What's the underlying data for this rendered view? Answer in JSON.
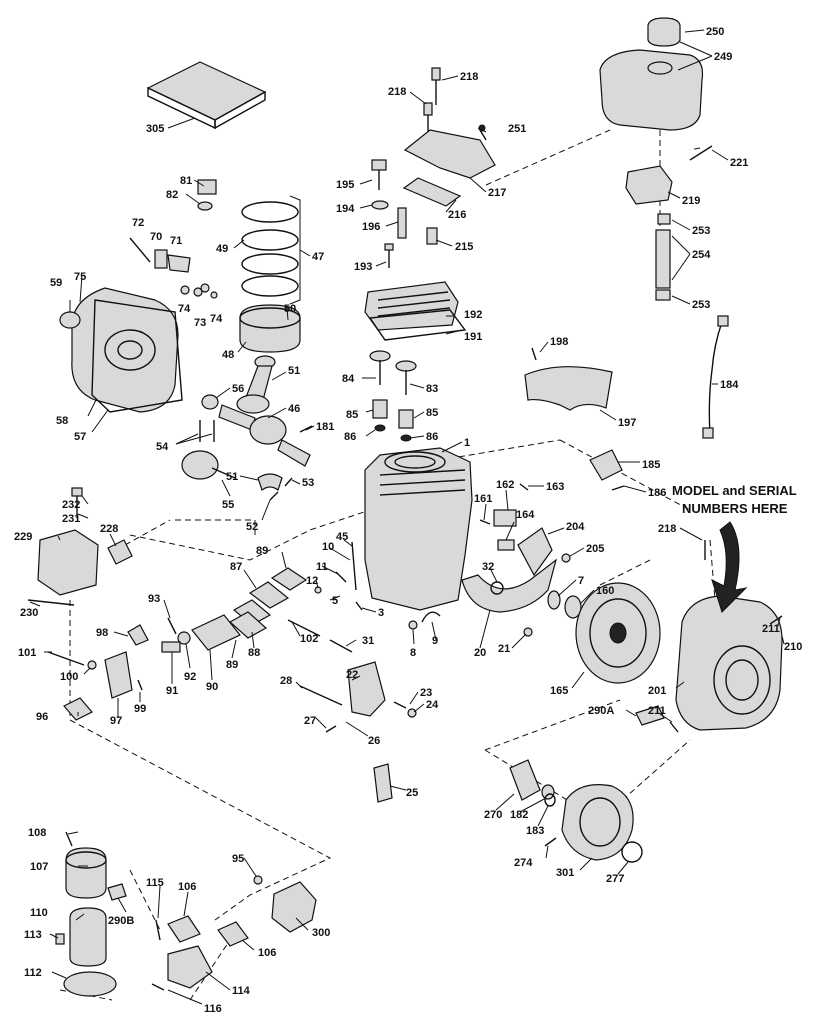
{
  "notice": [
    "MODEL and SERIAL",
    "NUMBERS HERE"
  ],
  "callouts": [
    {
      "id": "c250",
      "text": "250"
    },
    {
      "id": "c249",
      "text": "249"
    },
    {
      "id": "c218a",
      "text": "218"
    },
    {
      "id": "c218b",
      "text": "218"
    },
    {
      "id": "c251",
      "text": "251"
    },
    {
      "id": "c305",
      "text": "305"
    },
    {
      "id": "c195",
      "text": "195"
    },
    {
      "id": "c217",
      "text": "217"
    },
    {
      "id": "c221",
      "text": "221"
    },
    {
      "id": "c219",
      "text": "219"
    },
    {
      "id": "c194",
      "text": "194"
    },
    {
      "id": "c216",
      "text": "216"
    },
    {
      "id": "c81",
      "text": "81"
    },
    {
      "id": "c82",
      "text": "82"
    },
    {
      "id": "c196",
      "text": "196"
    },
    {
      "id": "c215",
      "text": "215"
    },
    {
      "id": "c253a",
      "text": "253"
    },
    {
      "id": "c254",
      "text": "254"
    },
    {
      "id": "c253b",
      "text": "253"
    },
    {
      "id": "c72",
      "text": "72"
    },
    {
      "id": "c70",
      "text": "70"
    },
    {
      "id": "c71",
      "text": "71"
    },
    {
      "id": "c49",
      "text": "49"
    },
    {
      "id": "c47",
      "text": "47"
    },
    {
      "id": "c193",
      "text": "193"
    },
    {
      "id": "c59",
      "text": "59"
    },
    {
      "id": "c75",
      "text": "75"
    },
    {
      "id": "c74a",
      "text": "74"
    },
    {
      "id": "c73",
      "text": "73"
    },
    {
      "id": "c74b",
      "text": "74"
    },
    {
      "id": "c50",
      "text": "50"
    },
    {
      "id": "c192",
      "text": "192"
    },
    {
      "id": "c191",
      "text": "191"
    },
    {
      "id": "c48",
      "text": "48"
    },
    {
      "id": "c198",
      "text": "198"
    },
    {
      "id": "c184",
      "text": "184"
    },
    {
      "id": "c84",
      "text": "84"
    },
    {
      "id": "c83",
      "text": "83"
    },
    {
      "id": "c51a",
      "text": "51"
    },
    {
      "id": "c58",
      "text": "58"
    },
    {
      "id": "c56",
      "text": "56"
    },
    {
      "id": "c46",
      "text": "46"
    },
    {
      "id": "c85a",
      "text": "85"
    },
    {
      "id": "c85b",
      "text": "85"
    },
    {
      "id": "c57",
      "text": "57"
    },
    {
      "id": "c197",
      "text": "197"
    },
    {
      "id": "c181",
      "text": "181"
    },
    {
      "id": "c86a",
      "text": "86"
    },
    {
      "id": "c86b",
      "text": "86"
    },
    {
      "id": "c1",
      "text": "1"
    },
    {
      "id": "c54",
      "text": "54"
    },
    {
      "id": "c185",
      "text": "185"
    },
    {
      "id": "c51b",
      "text": "51"
    },
    {
      "id": "c53",
      "text": "53"
    },
    {
      "id": "c163",
      "text": "163"
    },
    {
      "id": "c162",
      "text": "162"
    },
    {
      "id": "c186",
      "text": "186"
    },
    {
      "id": "c232",
      "text": "232"
    },
    {
      "id": "c55",
      "text": "55"
    },
    {
      "id": "c161",
      "text": "161"
    },
    {
      "id": "c231",
      "text": "231"
    },
    {
      "id": "c52",
      "text": "52"
    },
    {
      "id": "c164",
      "text": "164"
    },
    {
      "id": "c218c",
      "text": "218"
    },
    {
      "id": "c204",
      "text": "204"
    },
    {
      "id": "c228",
      "text": "228"
    },
    {
      "id": "c229",
      "text": "229"
    },
    {
      "id": "c45",
      "text": "45"
    },
    {
      "id": "c89a",
      "text": "89"
    },
    {
      "id": "c10",
      "text": "10"
    },
    {
      "id": "c205",
      "text": "205"
    },
    {
      "id": "c87",
      "text": "87"
    },
    {
      "id": "c11",
      "text": "11"
    },
    {
      "id": "c32",
      "text": "32"
    },
    {
      "id": "c7",
      "text": "7"
    },
    {
      "id": "c12",
      "text": "12"
    },
    {
      "id": "c160",
      "text": "160"
    },
    {
      "id": "c230",
      "text": "230"
    },
    {
      "id": "c93",
      "text": "93"
    },
    {
      "id": "c5",
      "text": "5"
    },
    {
      "id": "c3",
      "text": "3"
    },
    {
      "id": "c211a",
      "text": "211"
    },
    {
      "id": "c98",
      "text": "98"
    },
    {
      "id": "c102",
      "text": "102"
    },
    {
      "id": "c31",
      "text": "31"
    },
    {
      "id": "c9",
      "text": "9"
    },
    {
      "id": "c210",
      "text": "210"
    },
    {
      "id": "c101",
      "text": "101"
    },
    {
      "id": "c92",
      "text": "92"
    },
    {
      "id": "c89b",
      "text": "89"
    },
    {
      "id": "c88",
      "text": "88"
    },
    {
      "id": "c8",
      "text": "8"
    },
    {
      "id": "c20",
      "text": "20"
    },
    {
      "id": "c21",
      "text": "21"
    },
    {
      "id": "c100",
      "text": "100"
    },
    {
      "id": "c22",
      "text": "22"
    },
    {
      "id": "c91",
      "text": "91"
    },
    {
      "id": "c90",
      "text": "90"
    },
    {
      "id": "c165",
      "text": "165"
    },
    {
      "id": "c201",
      "text": "201"
    },
    {
      "id": "c28",
      "text": "28"
    },
    {
      "id": "c23",
      "text": "23"
    },
    {
      "id": "c99",
      "text": "99"
    },
    {
      "id": "c290a",
      "text": "290A"
    },
    {
      "id": "c211b",
      "text": "211"
    },
    {
      "id": "c24",
      "text": "24"
    },
    {
      "id": "c96",
      "text": "96"
    },
    {
      "id": "c97",
      "text": "97"
    },
    {
      "id": "c27",
      "text": "27"
    },
    {
      "id": "c26",
      "text": "26"
    },
    {
      "id": "c25",
      "text": "25"
    },
    {
      "id": "c270",
      "text": "270"
    },
    {
      "id": "c182",
      "text": "182"
    },
    {
      "id": "c183",
      "text": "183"
    },
    {
      "id": "c108",
      "text": "108"
    },
    {
      "id": "c95",
      "text": "95"
    },
    {
      "id": "c107",
      "text": "107"
    },
    {
      "id": "c274",
      "text": "274"
    },
    {
      "id": "c301",
      "text": "301"
    },
    {
      "id": "c277",
      "text": "277"
    },
    {
      "id": "c115",
      "text": "115"
    },
    {
      "id": "c106a",
      "text": "106"
    },
    {
      "id": "c290b",
      "text": "290B"
    },
    {
      "id": "c300",
      "text": "300"
    },
    {
      "id": "c110",
      "text": "110"
    },
    {
      "id": "c113",
      "text": "113"
    },
    {
      "id": "c106b",
      "text": "106"
    },
    {
      "id": "c112",
      "text": "112"
    },
    {
      "id": "c114",
      "text": "114"
    },
    {
      "id": "c116",
      "text": "116"
    }
  ]
}
